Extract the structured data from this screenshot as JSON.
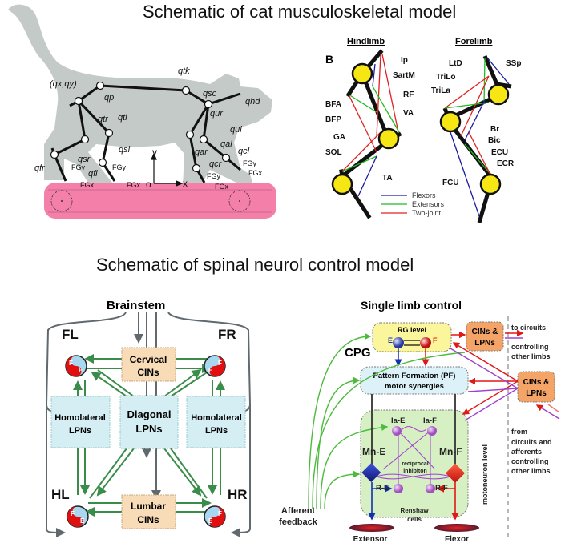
{
  "titles": {
    "top": "Schematic of cat musculoskeletal model",
    "bottom": "Schematic of spinal neurol control model"
  },
  "cat_model": {
    "joint_labels": [
      "(qₓ,qᵧ)",
      "qₚ",
      "q_tr",
      "q_tl",
      "q_sr",
      "q_sl",
      "q_fr",
      "q_fl",
      "q_tk",
      "q_sc",
      "q_hd",
      "q_ur",
      "q_ul",
      "q_ar",
      "q_al",
      "q_cr",
      "q_cl"
    ],
    "labels": {
      "qxqy": "(qx,qy)",
      "qp": "qp",
      "qtr": "qtr",
      "qtl": "qtl",
      "qsr": "qsr",
      "qsl": "qsl",
      "qfr": "qfr",
      "qfl": "qfl",
      "qtk": "qtk",
      "qsc": "qsc",
      "qhd": "qhd",
      "qur": "qur",
      "qul": "qul",
      "qar": "qar",
      "qal": "qal",
      "qcr": "qcr",
      "qcl": "qcl"
    },
    "force_labels": {
      "fgx": "FGx",
      "fgy": "FGy"
    },
    "axes": {
      "x": "x",
      "y": "y",
      "origin": "o"
    },
    "colors": {
      "silhouette": "#c4cac8",
      "treadmill": "#f47fa8"
    }
  },
  "limb_muscles": {
    "panel_label": "B",
    "hindlimb": {
      "title": "Hindlimb",
      "muscles": [
        "Ip",
        "SartM",
        "RF",
        "VA",
        "BFA",
        "BFP",
        "GA",
        "SOL",
        "TA"
      ]
    },
    "forelimb": {
      "title": "Forelimb",
      "muscles": [
        "LtD",
        "SSp",
        "TriLo",
        "TriLa",
        "Br",
        "Bic",
        "ECU",
        "ECR",
        "FCU"
      ]
    },
    "legend": [
      {
        "label": "Flexors",
        "color": "#1a1aa0"
      },
      {
        "label": "Extensors",
        "color": "#22bb22"
      },
      {
        "label": "Two-joint",
        "color": "#e02020"
      }
    ]
  },
  "spinal_network": {
    "brainstem": "Brainstem",
    "limbs": {
      "fl": "FL",
      "fr": "FR",
      "hl": "HL",
      "hr": "HR"
    },
    "cpg_letters": {
      "f": "F",
      "e": "E"
    },
    "boxes": {
      "cervical": [
        "Cervical",
        "CINs"
      ],
      "lumbar": [
        "Lumbar",
        "CINs"
      ],
      "diagonal": [
        "Diagonal",
        "LPNs"
      ],
      "homolateral_left": [
        "Homolateral",
        "LPNs"
      ],
      "homolateral_right": [
        "Homolateral",
        "LPNs"
      ]
    },
    "colors": {
      "arrow_green": "#3a8c4a",
      "arrow_gray": "#606a6e",
      "cins_box": "#f8dcb8",
      "lpns_box": "#d4eef4"
    }
  },
  "single_limb": {
    "title": "Single  limb  control",
    "cpg": "CPG",
    "rg_level": "RG level",
    "rg_e": "E",
    "rg_f": "F",
    "pf": [
      "Pattern Formation (PF)",
      "motor synergies"
    ],
    "cins_top": [
      "CINs &",
      "LPNs"
    ],
    "cins_right": [
      "CINs &",
      "LPNs"
    ],
    "to_circuits": [
      "to circuits",
      "controlling",
      "other limbs"
    ],
    "from_circuits": [
      "from",
      "circuits and",
      "afferents",
      "controlling",
      "other limbs"
    ],
    "ia_e": "Ia-E",
    "ia_f": "Ia-F",
    "mn_e": "Mn-E",
    "mn_f": "Mn-F",
    "r_e": "R-E",
    "r_f": "R-F",
    "reciprocal": [
      "reciprocal",
      "inhibiton"
    ],
    "renshaw": [
      "Renshaw",
      "cells"
    ],
    "motoneuron_level": "motoneuron level",
    "afferent": [
      "Afferent",
      "feedback"
    ],
    "extensor": "Extensor",
    "flexor": "Flexor"
  }
}
